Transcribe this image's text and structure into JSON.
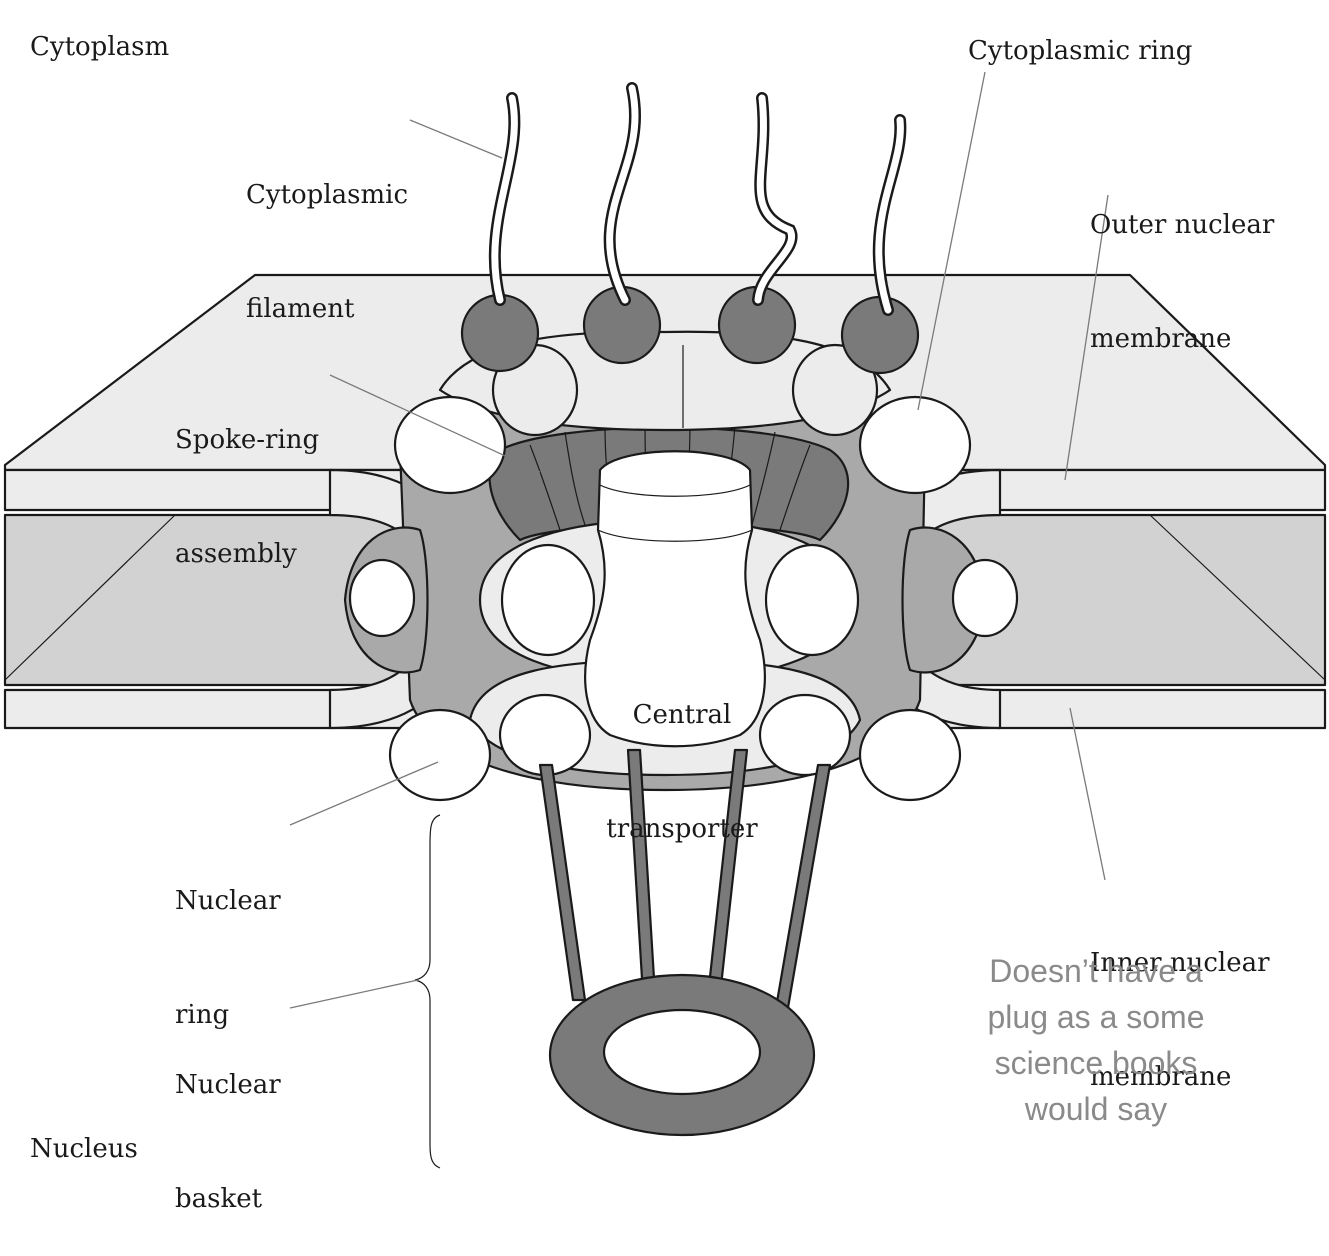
{
  "labels": {
    "cytoplasm": "Cytoplasm",
    "nucleus": "Nucleus",
    "cytoplasmic_filament": [
      "Cytoplasmic",
      "filament"
    ],
    "cytoplasmic_ring": "Cytoplasmic ring",
    "outer_nuclear_membrane": [
      "Outer nuclear",
      "membrane"
    ],
    "spoke_ring_assembly": [
      "Spoke-ring",
      "assembly"
    ],
    "central_transporter": [
      "Central",
      "transporter"
    ],
    "nuclear_ring": [
      "Nuclear",
      "ring"
    ],
    "nuclear_basket": [
      "Nuclear",
      "basket"
    ],
    "inner_nuclear_membrane": [
      "Inner nuclear",
      "membrane"
    ]
  },
  "note": [
    "Doesn’t have a",
    "plug as a some",
    "science books",
    "would say"
  ],
  "colors": {
    "dark_gray": "#7a7a7a",
    "mid_gray": "#a9a9a9",
    "light_gray": "#d2d2d2",
    "pale": "#ececec",
    "outline": "#1a1a1a",
    "note_text": "#8a8a8a"
  }
}
